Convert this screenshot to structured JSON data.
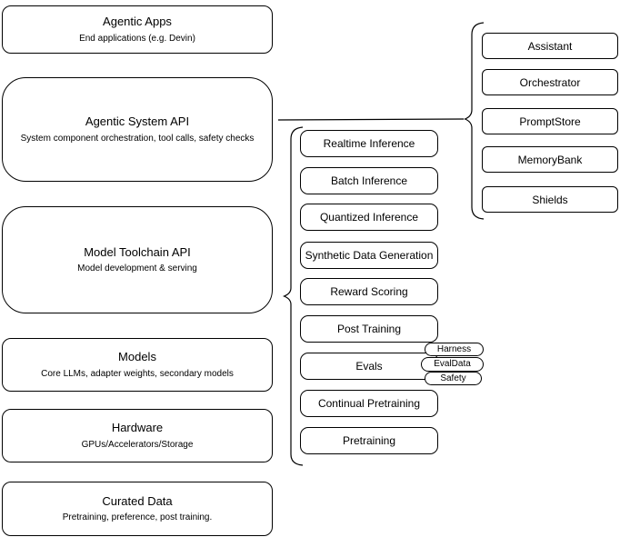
{
  "diagram": {
    "background": "#ffffff",
    "node_fill": "#ffffff",
    "stroke_color": "#000000",
    "left_stack": [
      {
        "title": "Agentic Apps",
        "subtitle": "End applications (e.g. Devin)"
      },
      {
        "title": "Agentic System API",
        "subtitle": "System component orchestration, tool calls, safety checks"
      },
      {
        "title": "Model Toolchain API",
        "subtitle": "Model development & serving"
      },
      {
        "title": "Models",
        "subtitle": "Core LLMs, adapter weights, secondary models"
      },
      {
        "title": "Hardware",
        "subtitle": "GPUs/Accelerators/Storage"
      },
      {
        "title": "Curated Data",
        "subtitle": "Pretraining, preference, post training."
      }
    ],
    "model_toolchain_components": [
      "Realtime Inference",
      "Batch Inference",
      "Quantized Inference",
      "Synthetic Data Generation",
      "Reward Scoring",
      "Post Training",
      "Evals",
      "Continual Pretraining",
      "Pretraining"
    ],
    "evals_tags": [
      "Harness",
      "EvalData",
      "Safety"
    ],
    "agentic_system_components": [
      "Assistant",
      "Orchestrator",
      "PromptStore",
      "MemoryBank",
      "Shields"
    ]
  }
}
